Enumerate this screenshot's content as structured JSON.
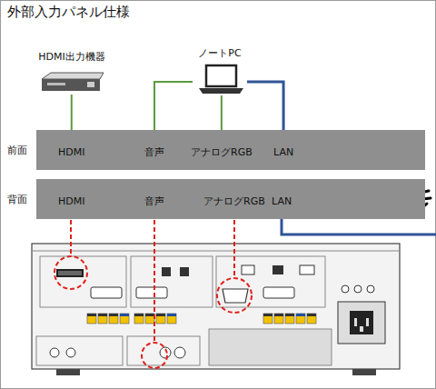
{
  "diagram": {
    "title": "外部入力パネル仕様",
    "nodes": [
      {
        "text": [
          "HDMI出力機器"
        ]
      },
      {
        "text": [
          "ノートPC"
        ]
      },
      {
        "text": [
          "前面"
        ]
      },
      {
        "text": [
          "HDMI"
        ],
        "in": 2
      },
      {
        "text": [
          "音声"
        ],
        "in": 2
      },
      {
        "text": [
          "アナログRGB"
        ],
        "in": 2
      },
      {
        "text": [
          "LAN"
        ],
        "in": 2
      },
      {
        "text": [
          "背面"
        ]
      },
      {
        "text": [
          "HDMI"
        ],
        "in": 7
      },
      {
        "text": [
          "音声"
        ],
        "in": 7
      },
      {
        "text": [
          "アナログRGB"
        ],
        "in": 7
      },
      {
        "text": [
          "LAN"
        ],
        "in": 7
      }
    ],
    "edges": [
      {
        "from": 0,
        "to": 3,
        "arrow": "none"
      },
      {
        "from": 1,
        "to": 4,
        "arrow": "none"
      },
      {
        "from": 1,
        "to": 5,
        "arrow": "none"
      },
      {
        "from": 1,
        "to": 6,
        "arrow": "none"
      }
    ]
  }
}
